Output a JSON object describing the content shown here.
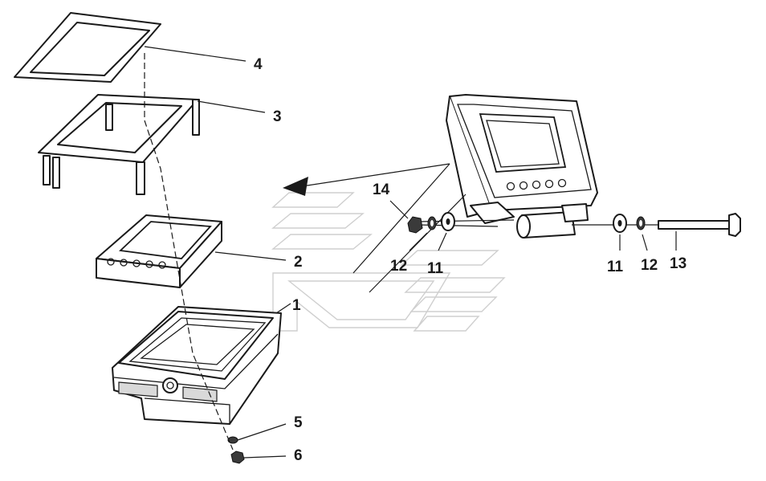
{
  "callouts": {
    "c4": "4",
    "c3": "3",
    "c2": "2",
    "c1": "1",
    "c5": "5",
    "c6": "6",
    "c14": "14",
    "c12a": "12",
    "c11a": "11",
    "c11b": "11",
    "c12b": "12",
    "c13": "13"
  }
}
